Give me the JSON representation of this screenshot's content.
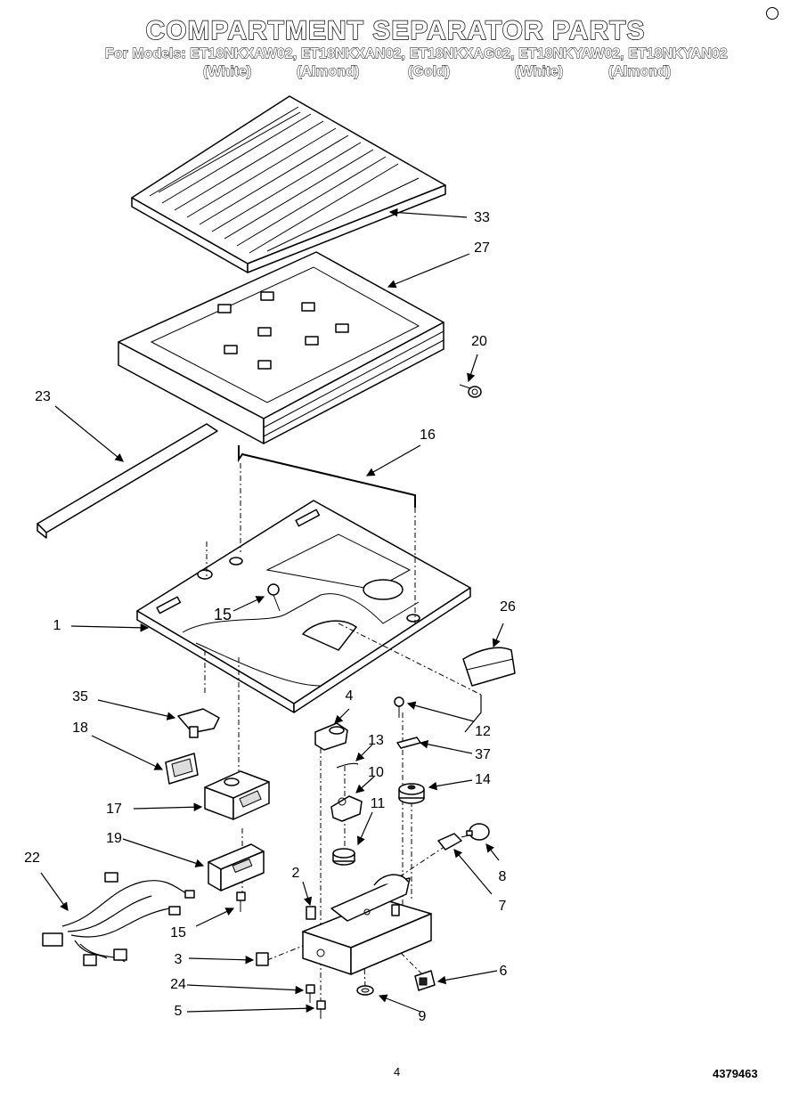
{
  "header": {
    "title": "COMPARTMENT SEPARATOR PARTS",
    "models_line": "For Models: ET18NKXAW02, ET18NKXAN02, ET18NKXAG02, ET18NKYAW02, ET18NKYAN02",
    "colors": [
      "(White)",
      "(Almond)",
      "(Gold)",
      "(White)",
      "(Almond)"
    ]
  },
  "callouts": {
    "c1": "1",
    "c2": "2",
    "c3": "3",
    "c4": "4",
    "c5": "5",
    "c6": "6",
    "c7": "7",
    "c8": "8",
    "c9": "9",
    "c10": "10",
    "c11": "11",
    "c12": "12",
    "c13": "13",
    "c14": "14",
    "c15a": "15",
    "c15b": "15",
    "c16": "16",
    "c17": "17",
    "c18": "18",
    "c19": "19",
    "c20": "20",
    "c22": "22",
    "c23": "23",
    "c24": "24",
    "c26": "26",
    "c27": "27",
    "c33": "33",
    "c35": "35",
    "c37": "37"
  },
  "footer": {
    "page_number": "4",
    "doc_number": "4379463"
  }
}
